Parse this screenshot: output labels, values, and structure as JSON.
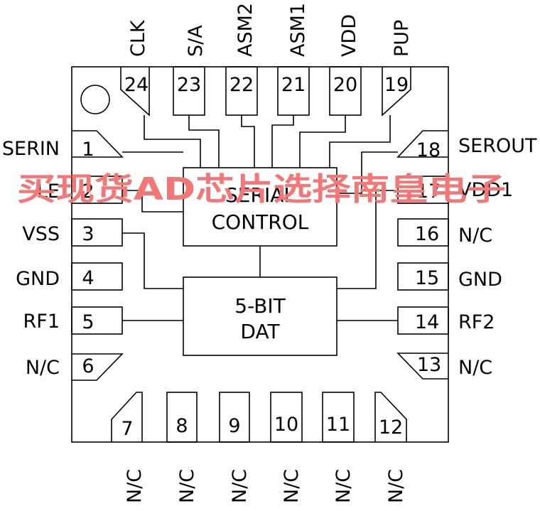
{
  "blocks": {
    "serial_line1": "SERIAL",
    "serial_line2": "CONTROL",
    "dat_line1": "5-BIT",
    "dat_line2": "DAT"
  },
  "pins": {
    "p1": {
      "num": "1",
      "label": "SERIN"
    },
    "p2": {
      "num": "2",
      "label": "LE"
    },
    "p3": {
      "num": "3",
      "label": "VSS"
    },
    "p4": {
      "num": "4",
      "label": "GND"
    },
    "p5": {
      "num": "5",
      "label": "RF1"
    },
    "p6": {
      "num": "6",
      "label": "N/C"
    },
    "p7": {
      "num": "7",
      "label": "N/C"
    },
    "p8": {
      "num": "8",
      "label": "N/C"
    },
    "p9": {
      "num": "9",
      "label": "N/C"
    },
    "p10": {
      "num": "10",
      "label": "N/C"
    },
    "p11": {
      "num": "11",
      "label": "N/C"
    },
    "p12": {
      "num": "12",
      "label": "N/C"
    },
    "p13": {
      "num": "13",
      "label": "N/C"
    },
    "p14": {
      "num": "14",
      "label": "RF2"
    },
    "p15": {
      "num": "15",
      "label": "GND"
    },
    "p16": {
      "num": "16",
      "label": "N/C"
    },
    "p17": {
      "num": "17",
      "label": "VDD1"
    },
    "p18": {
      "num": "18",
      "label": "SEROUT"
    },
    "p19": {
      "num": "19",
      "label": "PUP"
    },
    "p20": {
      "num": "20",
      "label": "VDD"
    },
    "p21": {
      "num": "21",
      "label": "ASM1"
    },
    "p22": {
      "num": "22",
      "label": "ASM2"
    },
    "p23": {
      "num": "23",
      "label": "S/A"
    },
    "p24": {
      "num": "24",
      "label": "CLK"
    }
  },
  "watermark": "买现货AD芯片选择南皇电子",
  "colors": {
    "line": "#000000",
    "watermark": "#f27777"
  }
}
